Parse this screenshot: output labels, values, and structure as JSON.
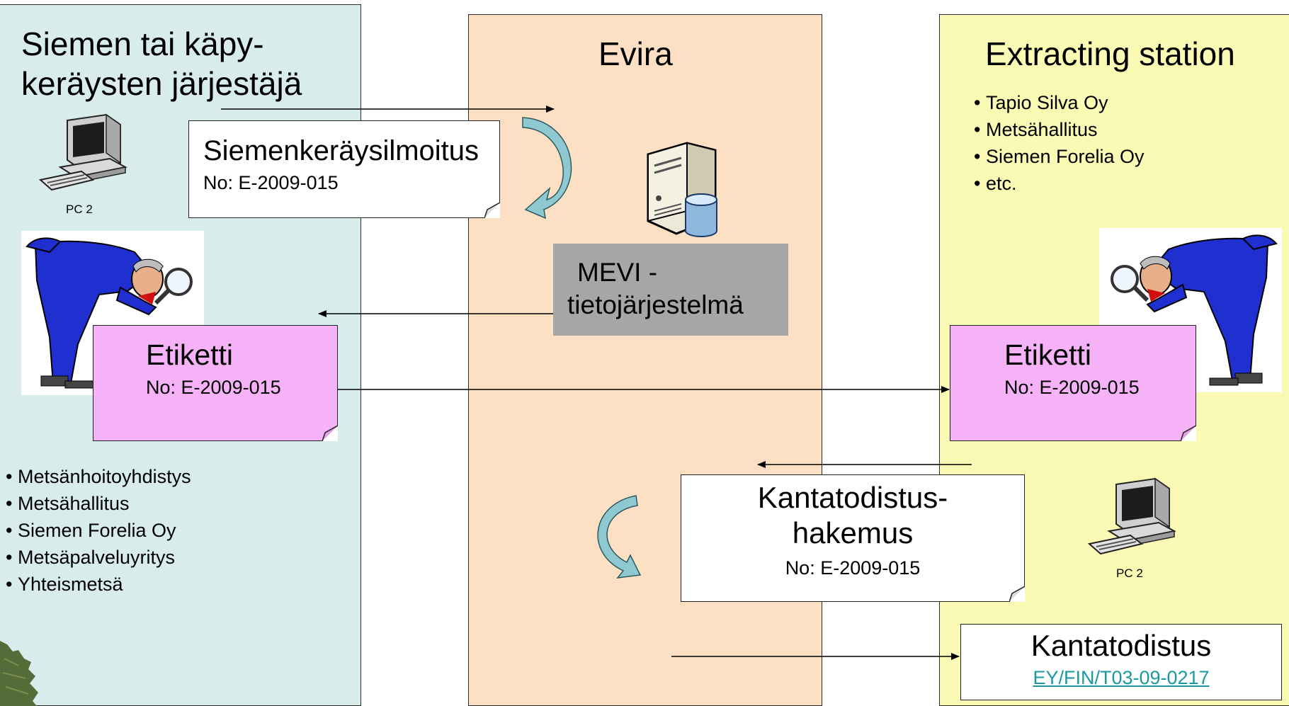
{
  "lanes": {
    "left": {
      "title_line1": "Siemen tai käpy-",
      "title_line2": "keräysten järjestäjä",
      "pc_label": "PC 2",
      "members": [
        "Metsänhoitoyhdistys",
        "Metsähallitus",
        "Siemen Forelia Oy",
        "Metsäpalveluyritys",
        "Yhteismetsä"
      ]
    },
    "middle": {
      "title": "Evira",
      "system_line1": "MEVI -",
      "system_line2": "tietojärjestelmä"
    },
    "right": {
      "title": "Extracting station",
      "members": [
        "Tapio Silva Oy",
        "Metsähallitus",
        "Siemen Forelia Oy",
        "etc."
      ],
      "pc_label": "PC 2"
    }
  },
  "documents": {
    "notification": {
      "title": "Siemenkeräysilmoitus",
      "number": "No: E-2009-015"
    },
    "label_left": {
      "title": "Etiketti",
      "number": "No: E-2009-015"
    },
    "label_right": {
      "title": "Etiketti",
      "number": "No: E-2009-015"
    },
    "application": {
      "title_line1": "Kantatodistus-",
      "title_line2": "hakemus",
      "number": "No: E-2009-015"
    },
    "certificate": {
      "title": "Kantatodistus",
      "link": "EY/FIN/T03-09-0217"
    }
  },
  "colors": {
    "left_lane": "#d8ecec",
    "middle_lane": "#fde0c4",
    "right_lane": "#fafab4",
    "label_doc": "#f6b2f6",
    "system_box": "#a6a6a6",
    "cycle_arrow": "#8ec9d2",
    "link": "#1a9aa0"
  },
  "icons": [
    "pc-icon",
    "inspector-figure",
    "server-database-icon",
    "cycle-arrow-icon",
    "fir-tree"
  ]
}
